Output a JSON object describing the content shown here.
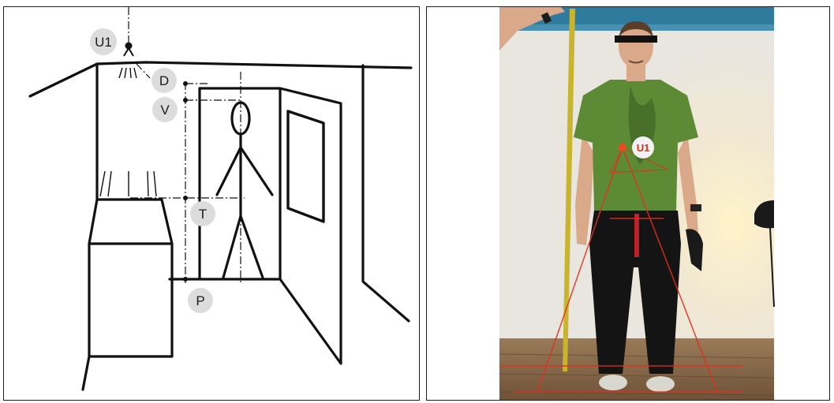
{
  "labels": {
    "sensor": "U1",
    "d": "D",
    "v": "V",
    "t": "T",
    "p": "P",
    "photo_sensor": "U1"
  },
  "colors": {
    "ink": "#111111",
    "badge": "#dcdcdc",
    "laser": "#e1301a",
    "shirt": "#5d8a35",
    "pants": "#141414",
    "floor": "#8a6a4a",
    "backdrop": "#f4f1ea",
    "blue_drape": "#2f7b9e",
    "tape": "#c9b430"
  }
}
